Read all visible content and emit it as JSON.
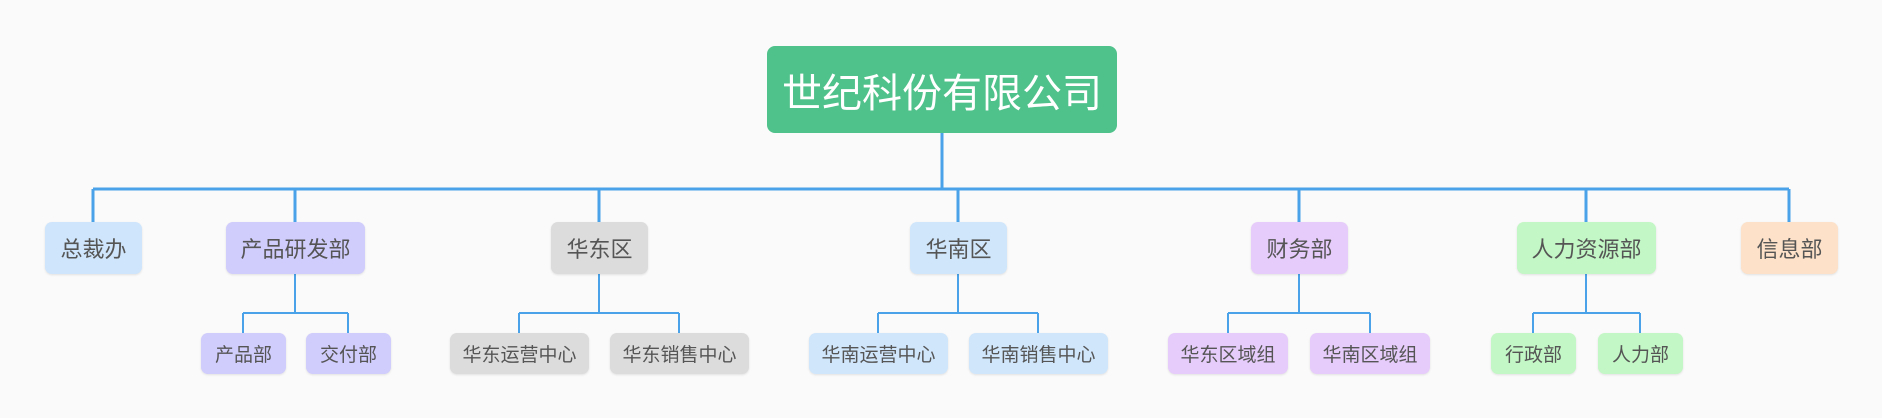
{
  "root": {
    "label": "世纪科份有限公司",
    "color": "#4fc18a"
  },
  "line_color": "#4aa3e8",
  "departments": [
    {
      "key": "ceo",
      "label": "总裁办",
      "color": "#cfe5fb",
      "children": []
    },
    {
      "key": "rnd",
      "label": "产品研发部",
      "color": "#d0ccfc",
      "children": [
        "产品部",
        "交付部"
      ]
    },
    {
      "key": "east",
      "label": "华东区",
      "color": "#dcdcdc",
      "children": [
        "华东运营中心",
        "华东销售中心"
      ]
    },
    {
      "key": "south",
      "label": "华南区",
      "color": "#d0e6fb",
      "children": [
        "华南运营中心",
        "华南销售中心"
      ]
    },
    {
      "key": "finance",
      "label": "财务部",
      "color": "#e6ccfa",
      "children": [
        "华东区域组",
        "华南区域组"
      ]
    },
    {
      "key": "hr",
      "label": "人力资源部",
      "color": "#c3f7c5",
      "children": [
        "行政部",
        "人力部"
      ]
    },
    {
      "key": "it",
      "label": "信息部",
      "color": "#fde1c8",
      "children": []
    }
  ]
}
